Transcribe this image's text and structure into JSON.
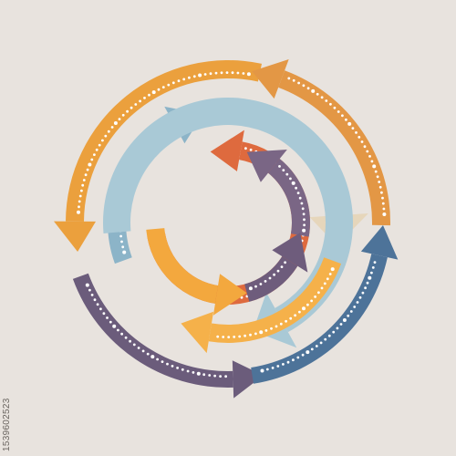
{
  "background_color": "#e8e3de",
  "dot_color": "#ffffff",
  "stock_id": "1539602523",
  "arrows": [
    {
      "name": "outer-arrow-orange-top",
      "icon": "arrow-icon",
      "color": "#eba03d",
      "ring": "outer",
      "direction": "counterclockwise"
    },
    {
      "name": "outer-arrow-orange-right",
      "icon": "arrow-icon",
      "color": "#e39745",
      "ring": "outer",
      "direction": "counterclockwise"
    },
    {
      "name": "outer-arrow-purple-left",
      "icon": "arrow-icon",
      "color": "#6b5c7b",
      "ring": "outer",
      "direction": "counterclockwise"
    },
    {
      "name": "outer-arrow-blue-right",
      "icon": "arrow-icon",
      "color": "#4d7399",
      "ring": "outer",
      "direction": "counterclockwise"
    },
    {
      "name": "middle-arrow-blue-top",
      "icon": "arrow-icon",
      "color": "#8cb4c8",
      "ring": "middle",
      "direction": "clockwise"
    },
    {
      "name": "middle-arrow-beige-right",
      "icon": "arrow-icon",
      "color": "#e6d6bb",
      "ring": "middle",
      "direction": "clockwise"
    },
    {
      "name": "middle-arrow-lightblue-left",
      "icon": "arrow-icon",
      "color": "#a9c9d6",
      "ring": "middle",
      "direction": "clockwise"
    },
    {
      "name": "middle-arrow-orange-bottom",
      "icon": "arrow-icon",
      "color": "#f5b14a",
      "ring": "middle",
      "direction": "clockwise"
    },
    {
      "name": "inner-arrow-red",
      "icon": "arrow-icon",
      "color": "#de6a3e",
      "ring": "inner",
      "direction": "counterclockwise"
    },
    {
      "name": "inner-arrow-purple-right",
      "icon": "arrow-icon",
      "color": "#7a6685",
      "ring": "inner",
      "direction": "counterclockwise"
    },
    {
      "name": "inner-arrow-orange-bottom",
      "icon": "arrow-icon",
      "color": "#f3a83e",
      "ring": "inner",
      "direction": "counterclockwise"
    },
    {
      "name": "inner-arrow-purple-bottom",
      "icon": "arrow-icon",
      "color": "#6e5c7c",
      "ring": "inner",
      "direction": "counterclockwise"
    }
  ]
}
